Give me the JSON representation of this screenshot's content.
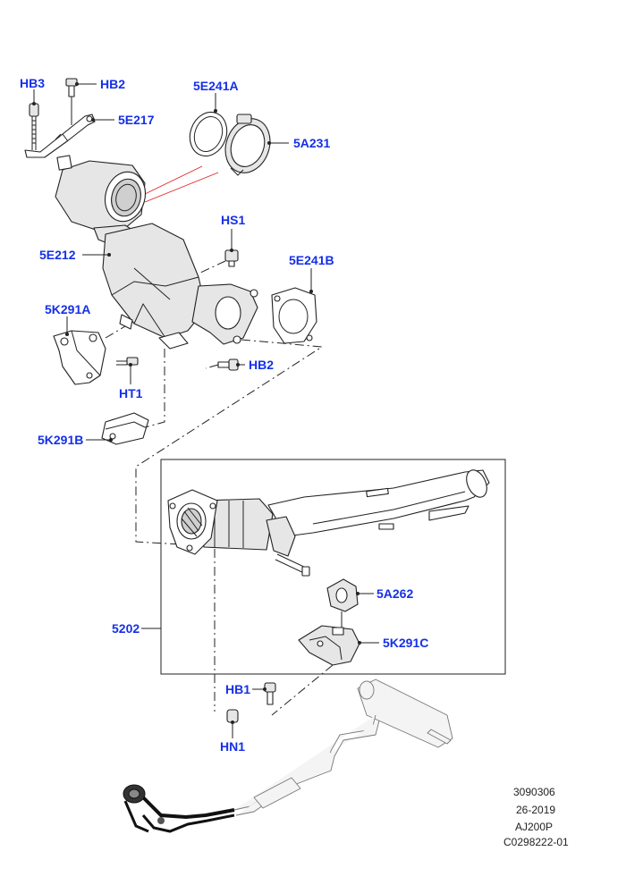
{
  "callouts": {
    "hb3": "HB3",
    "hb2_top": "HB2",
    "e241a": "5E241A",
    "e217": "5E217",
    "a231": "5A231",
    "hs1": "HS1",
    "e212": "5E212",
    "e241b": "5E241B",
    "k291a": "5K291A",
    "hb2_mid": "HB2",
    "ht1": "HT1",
    "k291b": "5K291B",
    "a262": "5A262",
    "p5202": "5202",
    "k291c": "5K291C",
    "hb1": "HB1",
    "hn1": "HN1"
  },
  "info_block": {
    "line1": "3090306",
    "line2": "26-2019",
    "line3": "AJ200P",
    "line4": "C0298222-01"
  },
  "colors": {
    "callout_text": "#1530e8",
    "guide_line": "#e02020",
    "line_art": "#222222"
  }
}
